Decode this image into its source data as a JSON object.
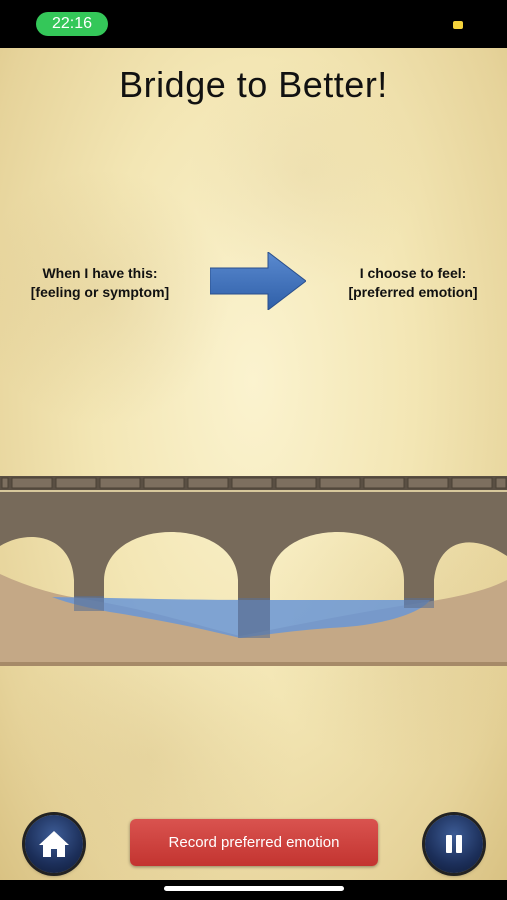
{
  "status_bar": {
    "time": "22:16"
  },
  "title": "Bridge to Better!",
  "from": {
    "line1": "When I have this:",
    "line2": "[feeling or symptom]"
  },
  "to": {
    "line1": "I choose to feel:",
    "line2": "[preferred emotion]"
  },
  "record_button": {
    "label": "Record preferred emotion"
  },
  "icons": {
    "home": "home-icon",
    "pause": "pause-icon",
    "arrow": "arrow-right-icon"
  },
  "colors": {
    "accent_red": "#c9403b",
    "button_blue": "#1c2f5a",
    "arrow_blue": "#3f6fb8",
    "water_blue": "#6a96d6",
    "bridge_stone": "#776a5a",
    "ground": "#c4a886",
    "status_green": "#34c759"
  }
}
